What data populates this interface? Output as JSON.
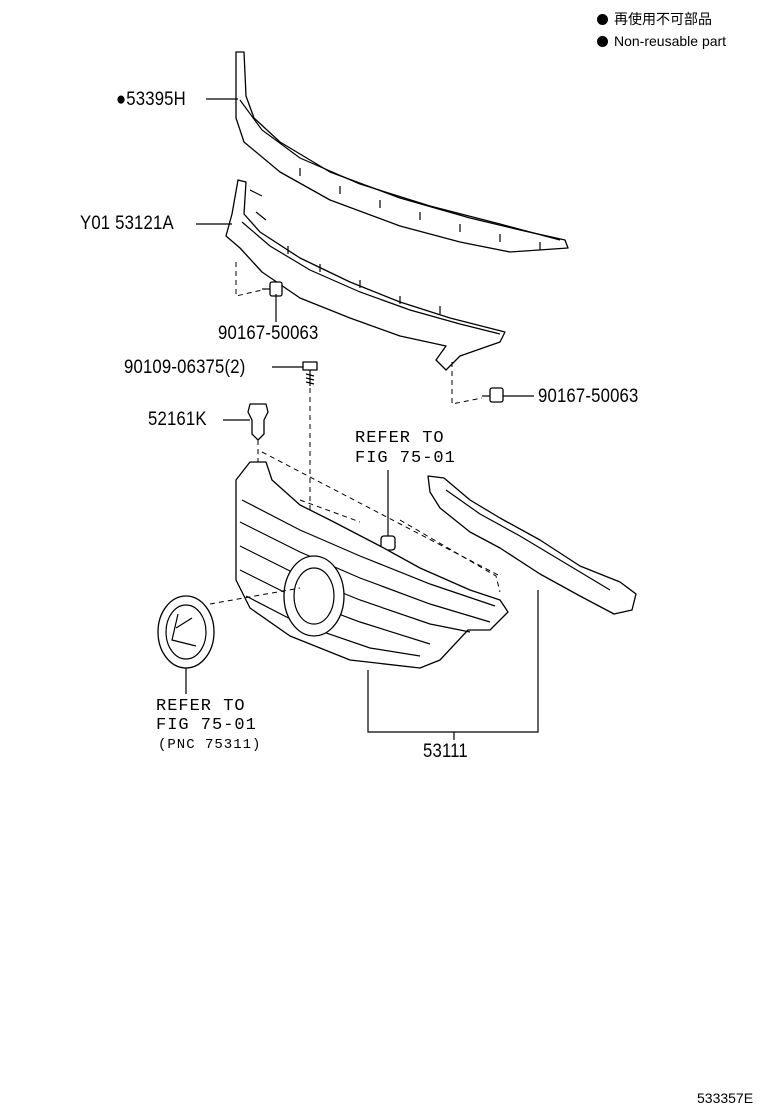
{
  "legend": {
    "jp_text": "再使用不可部品",
    "en_text": "Non-reusable part",
    "dot_color": "#000000"
  },
  "labels": {
    "part_53395h": "●53395H",
    "part_53121a": "Y01 53121A",
    "bolt_upper": "90167-50063",
    "screw_90109": "90109-06375(2)",
    "bolt_right": "90167-50063",
    "clip_52161k": "52161K",
    "refer_upper_line1": "REFER TO",
    "refer_upper_line2": "FIG 75-01",
    "refer_lower_line1": "REFER TO",
    "refer_lower_line2": "FIG 75-01",
    "refer_lower_line3": "(PNC 75311)",
    "part_53111": "53111"
  },
  "illustration_code": "533357E",
  "icons": [
    "filled-dot-icon",
    "lexus-emblem-icon"
  ]
}
